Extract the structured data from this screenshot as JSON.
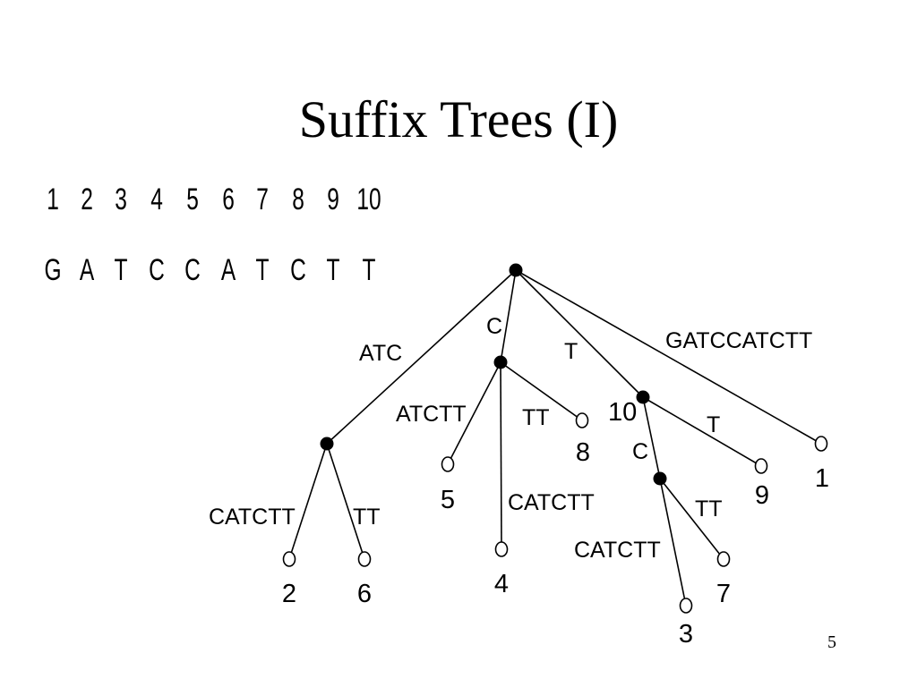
{
  "slide": {
    "title": "Suffix Trees (I)",
    "page_number": "5"
  },
  "sequence": {
    "positions": [
      "1",
      "2",
      "3",
      "4",
      "5",
      "6",
      "7",
      "8",
      "9",
      "10"
    ],
    "letters": [
      "G",
      "A",
      "T",
      "C",
      "C",
      "A",
      "T",
      "C",
      "T",
      "T"
    ]
  },
  "tree": {
    "edges": [
      {
        "from": "root",
        "to": "nA",
        "label": "ATC"
      },
      {
        "from": "root",
        "to": "nC",
        "label": "C"
      },
      {
        "from": "root",
        "to": "nT",
        "label": "T"
      },
      {
        "from": "root",
        "to": "L1",
        "label": "GATCCATCTT"
      },
      {
        "from": "nA",
        "to": "L2",
        "label": "CATCTT"
      },
      {
        "from": "nA",
        "to": "L6",
        "label": "TT"
      },
      {
        "from": "nC",
        "to": "L5",
        "label": "ATCTT"
      },
      {
        "from": "nC",
        "to": "L4",
        "label": "CATCTT"
      },
      {
        "from": "nC",
        "to": "L8",
        "label": "TT"
      },
      {
        "from": "nT",
        "to": "nTC",
        "label": "C"
      },
      {
        "from": "nT",
        "to": "L9",
        "label": "T"
      },
      {
        "from": "nTC",
        "to": "L3",
        "label": "CATCTT"
      },
      {
        "from": "nTC",
        "to": "L7",
        "label": "TT"
      }
    ],
    "internal_nodes": [
      "root",
      "nA",
      "nC",
      "nT",
      "nTC"
    ],
    "leaves": [
      {
        "id": "L1",
        "label": "1"
      },
      {
        "id": "L2",
        "label": "2"
      },
      {
        "id": "L3",
        "label": "3"
      },
      {
        "id": "L4",
        "label": "4"
      },
      {
        "id": "L5",
        "label": "5"
      },
      {
        "id": "L6",
        "label": "6"
      },
      {
        "id": "L7",
        "label": "7"
      },
      {
        "id": "L8",
        "label": "8"
      },
      {
        "id": "L9",
        "label": "9"
      }
    ],
    "terminal_label": "10"
  }
}
